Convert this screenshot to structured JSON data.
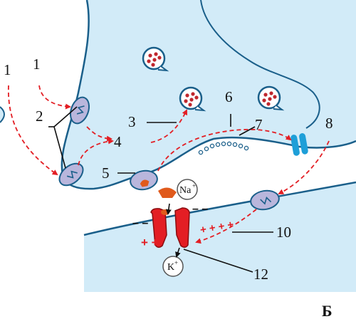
{
  "labels": {
    "n1a": "1",
    "n1b": "1",
    "n2": "2",
    "n3": "3",
    "n4": "4",
    "n5": "5",
    "n6": "6",
    "n7": "7",
    "n8": "8",
    "n10": "10",
    "n12": "12"
  },
  "ions": {
    "sodium": "Na",
    "sodium_charge": "+",
    "potassium": "K",
    "potassium_charge": "+"
  },
  "charges": {
    "pos_inside_left": "+ +",
    "pos_inside_right": "+ + + +",
    "neg_outside_left": "– –",
    "neg_outside_right": "– –"
  },
  "panel_letter": "Б",
  "colors": {
    "cell_fill": "#d2ebf8",
    "membrane": "#1a5f8a",
    "arrow": "#e31e24",
    "receptor": "#b9b6dc",
    "channel": "#e31e24",
    "vesicle": "#c0272d"
  }
}
